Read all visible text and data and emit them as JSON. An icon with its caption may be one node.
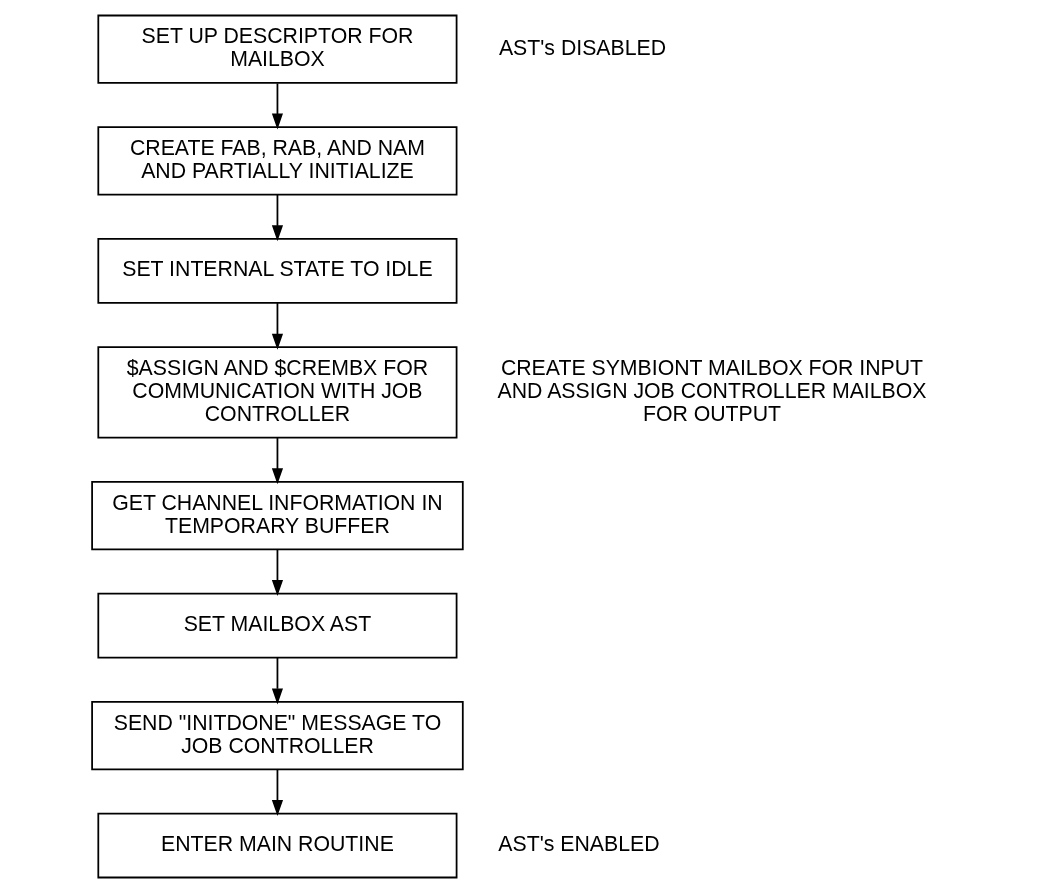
{
  "diagram": {
    "nodes": [
      {
        "text": [
          "SET UP DESCRIPTOR FOR MAILBOX"
        ],
        "beside": [
          "AST's DISABLED"
        ]
      },
      {
        "text": [
          "CREATE FAB, RAB, AND NAM AND PARTIALLY INITIALIZE"
        ]
      },
      {
        "text": [
          "SET INTERNAL STATE TO IDLE"
        ]
      },
      {
        "text": [
          "$ASSIGN AND $CREMBX FOR COMMUNICATION WITH JOB CONTROLLER"
        ],
        "beside": [
          "CREATE SYMBIONT MAILBOX FOR INPUT AND ASSIGN JOB CONTROLLER MAILBOX FOR OUTPUT"
        ]
      },
      {
        "text": [
          "GET CHANNEL INFORMATION IN TEMPORARY BUFFER"
        ]
      },
      {
        "text": [
          "SET MAILBOX AST"
        ]
      },
      {
        "text": [
          "SEND \"INITDONE\" MESSAGE TO JOB CONTROLLER"
        ]
      },
      {
        "text": [
          "ENTER MAIN ROUTINE"
        ]
      }
    ],
    "edges": [
      {
        "from": 0,
        "to": 1,
        "arrow": "to"
      },
      {
        "from": 1,
        "to": 2,
        "arrow": "to"
      },
      {
        "from": 2,
        "to": 3,
        "arrow": "to"
      },
      {
        "from": 3,
        "to": 4,
        "arrow": "to"
      },
      {
        "from": 4,
        "to": 5,
        "arrow": "to"
      },
      {
        "from": 5,
        "to": 6,
        "arrow": "to"
      },
      {
        "from": 6,
        "to": 7,
        "arrow": "to"
      }
    ],
    "labels": [
      "AST's ENABLED"
    ]
  }
}
